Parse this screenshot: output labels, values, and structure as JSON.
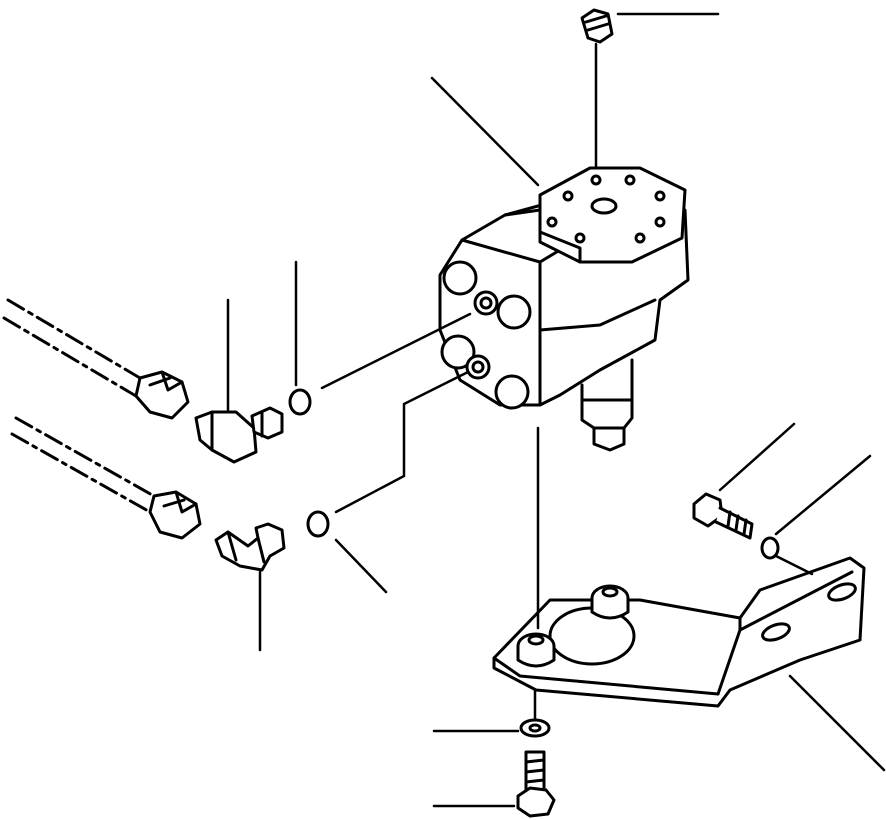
{
  "diagram": {
    "line_color": "#000000",
    "background": "#ffffff",
    "parts": [
      "steering-valve",
      "cap",
      "elbow-fitting-upper",
      "elbow-fitting-lower",
      "o-ring-upper",
      "o-ring-lower",
      "hose-upper",
      "hose-lower",
      "bracket",
      "bolt-upper",
      "washer-upper",
      "washer-lower",
      "bolt-lower"
    ]
  }
}
